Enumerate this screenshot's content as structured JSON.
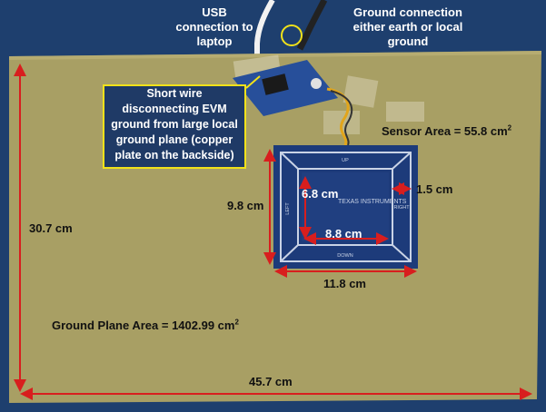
{
  "labels": {
    "usb": [
      "USB",
      "connection to",
      "laptop"
    ],
    "ground_connection": [
      "Ground connection",
      "either earth or local",
      "ground"
    ],
    "callout": [
      "Short wire",
      "disconnecting EVM",
      "ground from large local",
      "ground plane (copper",
      "plate on the backside)"
    ],
    "sensor_area": {
      "text": "Sensor Area = 55.8 cm",
      "sup": "2"
    },
    "ground_plane_area": {
      "text": "Ground Plane Area = 1402.99 cm",
      "sup": "2"
    },
    "dim_height_plate": "30.7 cm",
    "dim_width_plate": "45.7 cm",
    "dim_sensor_height": "9.8 cm",
    "dim_sensor_width": "11.8 cm",
    "dim_inner_height": "6.8 cm",
    "dim_inner_width": "8.8 cm",
    "dim_border": "1.5 cm"
  },
  "sensor_pad_labels": {
    "up": "UP",
    "down": "DOWN",
    "left": "LEFT",
    "right": "RIGHT"
  },
  "colors": {
    "background": "#1e3f6e",
    "plate": "#a89f64",
    "sensor_board": "#1d3b7a",
    "dimension_arrows": "#d81e1e",
    "callout_border": "#f1e21a",
    "wire": "#f2f2f2"
  }
}
